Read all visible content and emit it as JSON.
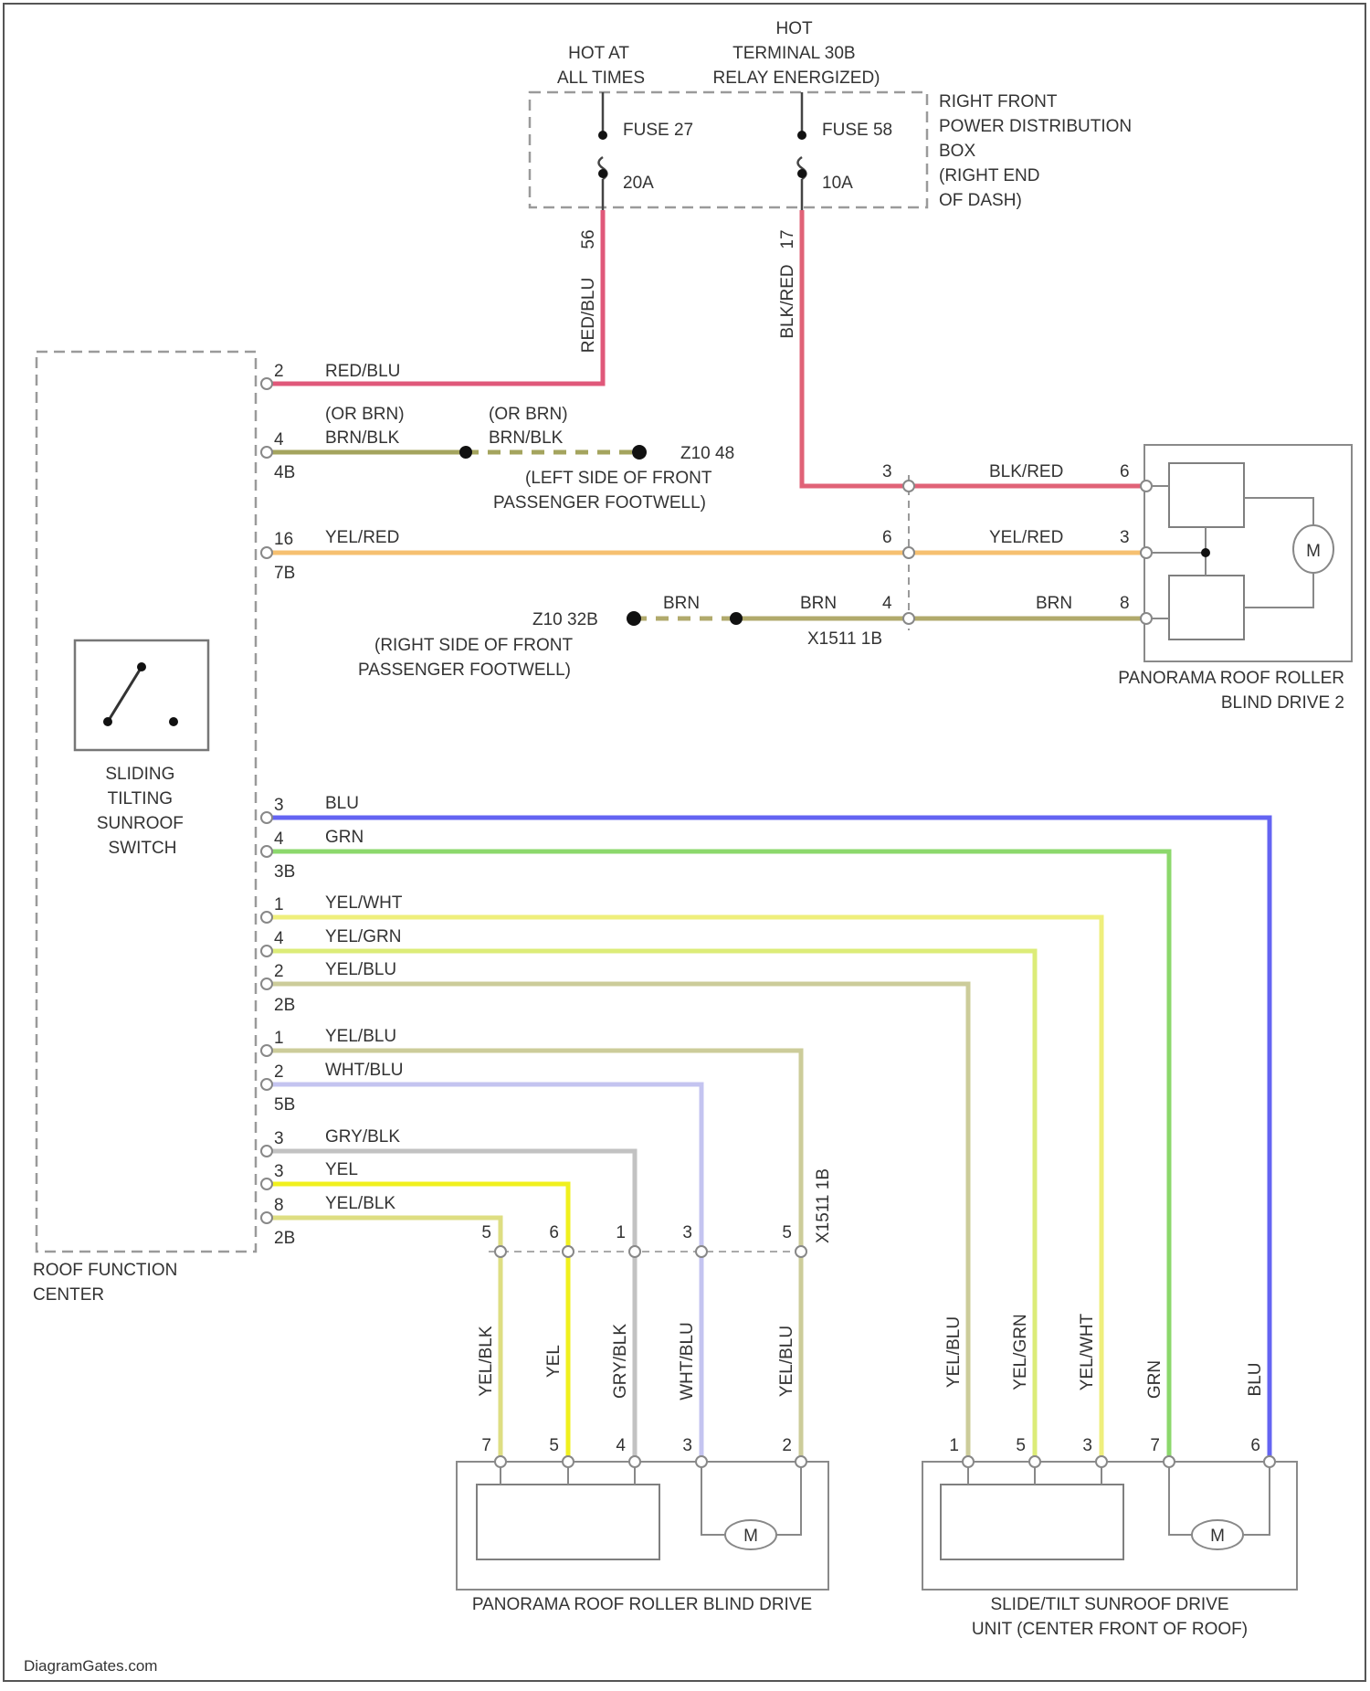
{
  "colors": {
    "RED/BLU": "#e0587a",
    "BLK/RED": "#e06277",
    "BRN/BLK": "#a4a45e",
    "YEL/RED": "#f6c070",
    "BRN": "#b1aa6c",
    "BLU": "#6464f2",
    "GRN": "#8cd86c",
    "YEL/WHT": "#efef7c",
    "YEL/GRN": "#dcec78",
    "YEL/BLU": "#cccc9a",
    "WHT/BLU": "#c4c4f0",
    "GRY/BLK": "#c2c2c2",
    "YEL": "#f0f01e",
    "YEL/BLK": "#dede82"
  },
  "fuse_box": {
    "label": [
      "RIGHT FRONT",
      "POWER DISTRIBUTION",
      "BOX",
      "(RIGHT END",
      "OF DASH)"
    ],
    "hot_left": [
      "HOT AT",
      "ALL TIMES"
    ],
    "hot_right": [
      "HOT",
      "TERMINAL 30B",
      "RELAY ENERGIZED)"
    ],
    "fuse_left": {
      "name": "FUSE 27",
      "rating": "20A",
      "pin": "56"
    },
    "fuse_right": {
      "name": "FUSE 58",
      "rating": "10A",
      "pin": "17"
    }
  },
  "roof_center": {
    "label": [
      "ROOF FUNCTION",
      "CENTER"
    ],
    "switch_label": [
      "SLIDING",
      "TILTING",
      "SUNROOF",
      "SWITCH"
    ]
  },
  "ground_1": {
    "id": "Z10 48",
    "location": [
      "(LEFT SIDE OF FRONT",
      "PASSENGER FOOTWELL)"
    ]
  },
  "ground_2": {
    "id": "Z10 32B",
    "location": [
      "(RIGHT SIDE OF FRONT",
      "PASSENGER FOOTWELL)"
    ]
  },
  "connector_x1511": "X1511 1B",
  "blind_drive_2": {
    "label": [
      "PANORAMA ROOF ROLLER",
      "BLIND DRIVE 2"
    ]
  },
  "blind_drive": {
    "label": "PANORAMA ROOF ROLLER BLIND DRIVE"
  },
  "sunroof_unit": {
    "label": [
      "SLIDE/TILT SUNROOF DRIVE",
      "UNIT (CENTER FRONT OF ROOF)"
    ]
  },
  "motor_symbol": "M",
  "wires": {
    "red_blu": {
      "pin": "2",
      "label": "RED/BLU",
      "vlabel": "RED/BLU"
    },
    "brn_blk": {
      "pin": "4",
      "conn": "4B",
      "label_top": "(OR BRN)",
      "label": "BRN/BLK",
      "label2_top": "(OR BRN)",
      "label2": "BRN/BLK"
    },
    "blk_red": {
      "vlabel": "BLK/RED",
      "pin_x": "3",
      "label": "BLK/RED",
      "pin_d": "6"
    },
    "yel_red": {
      "pin": "16",
      "conn": "7B",
      "label": "YEL/RED",
      "pin_x": "6",
      "label2": "YEL/RED",
      "pin_d": "3"
    },
    "brn": {
      "label": "BRN",
      "label2": "BRN",
      "pin_x": "4",
      "label3": "BRN",
      "pin_d": "8"
    },
    "group_3b": {
      "pins": [
        "3",
        "4"
      ],
      "conn": "3B",
      "labels": [
        "BLU",
        "GRN"
      ]
    },
    "group_2b_a": {
      "pins": [
        "1",
        "4",
        "2"
      ],
      "conn": "2B",
      "labels": [
        "YEL/WHT",
        "YEL/GRN",
        "YEL/BLU"
      ]
    },
    "group_5b": {
      "pins": [
        "1",
        "2"
      ],
      "conn": "5B",
      "labels": [
        "YEL/BLU",
        "WHT/BLU"
      ]
    },
    "group_2b_b": {
      "pins": [
        "3",
        "3",
        "8"
      ],
      "conn": "2B",
      "labels": [
        "GRY/BLK",
        "YEL",
        "YEL/BLK"
      ]
    }
  },
  "blind_pins": {
    "split": [
      "5",
      "6",
      "1",
      "3",
      "5"
    ],
    "vlabels": [
      "YEL/BLK",
      "YEL",
      "GRY/BLK",
      "WHT/BLU",
      "YEL/BLU"
    ],
    "drive": [
      "7",
      "5",
      "4",
      "3",
      "2"
    ]
  },
  "unit_pins": {
    "vlabels": [
      "YEL/BLU",
      "YEL/GRN",
      "YEL/WHT",
      "GRN",
      "BLU"
    ],
    "drive": [
      "1",
      "5",
      "3",
      "7",
      "6"
    ]
  },
  "watermark": "DiagramGates.com"
}
